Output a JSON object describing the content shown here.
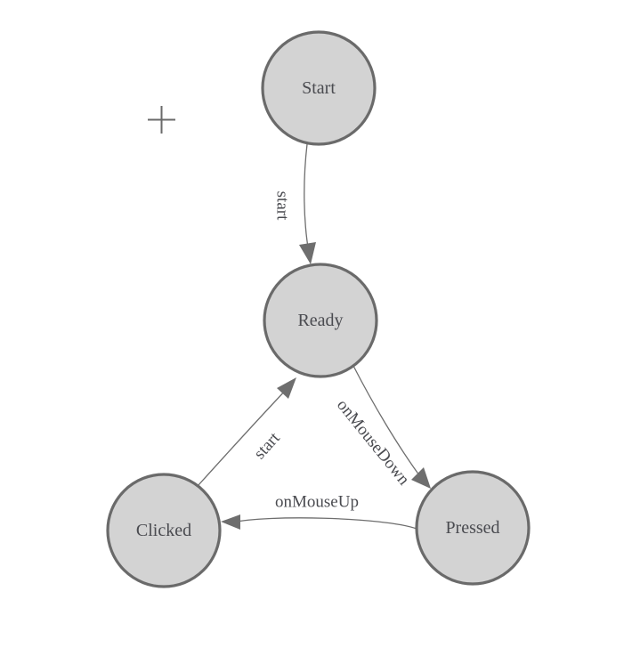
{
  "diagram": {
    "type": "state-machine",
    "nodes": [
      {
        "id": "start",
        "label": "Start"
      },
      {
        "id": "ready",
        "label": "Ready"
      },
      {
        "id": "clicked",
        "label": "Clicked"
      },
      {
        "id": "pressed",
        "label": "Pressed"
      }
    ],
    "edges": [
      {
        "from": "start",
        "to": "ready",
        "label": "start"
      },
      {
        "from": "clicked",
        "to": "ready",
        "label": "start"
      },
      {
        "from": "ready",
        "to": "pressed",
        "label": "onMouseDown"
      },
      {
        "from": "pressed",
        "to": "clicked",
        "label": "onMouseUp"
      }
    ]
  },
  "icons": {
    "crosshair": "plus-crosshair-marker"
  },
  "colors": {
    "node_fill": "#d3d3d3",
    "node_stroke": "#6a6a6a",
    "edge": "#6e6e6e",
    "text": "#4a4b50",
    "icon": "#6a6a6a"
  }
}
